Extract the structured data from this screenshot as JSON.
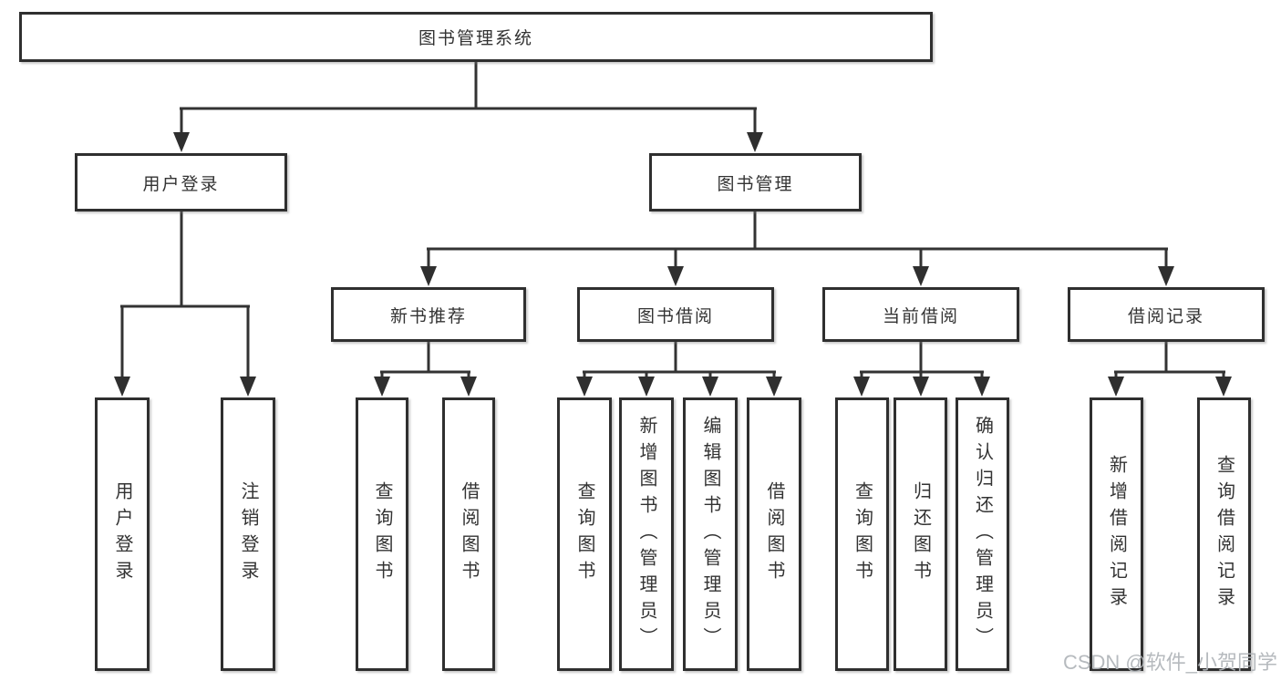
{
  "diagram": {
    "root": {
      "label": "图书管理系统"
    },
    "branches": [
      {
        "label": "用户登录",
        "children": [
          "用户登录",
          "注销登录"
        ]
      },
      {
        "label": "图书管理",
        "children": [
          {
            "label": "新书推荐",
            "children": [
              "查询图书",
              "借阅图书"
            ]
          },
          {
            "label": "图书借阅",
            "children": [
              "查询图书",
              "新增图书（管理员）",
              "编辑图书（管理员）",
              "借阅图书"
            ]
          },
          {
            "label": "当前借阅",
            "children": [
              "查询图书",
              "归还图书",
              "确认归还（管理员）"
            ]
          },
          {
            "label": "借阅记录",
            "children": [
              "新增借阅记录",
              "查询借阅记录"
            ]
          }
        ]
      }
    ]
  },
  "watermark": {
    "text": "CSDN @软件_小贺同学"
  },
  "colors": {
    "line": "#333333",
    "border": "#2f2f2f",
    "text": "#333333",
    "box_background": "#ffffff",
    "watermark": "#b0b4b9",
    "background": "#ffffff"
  }
}
